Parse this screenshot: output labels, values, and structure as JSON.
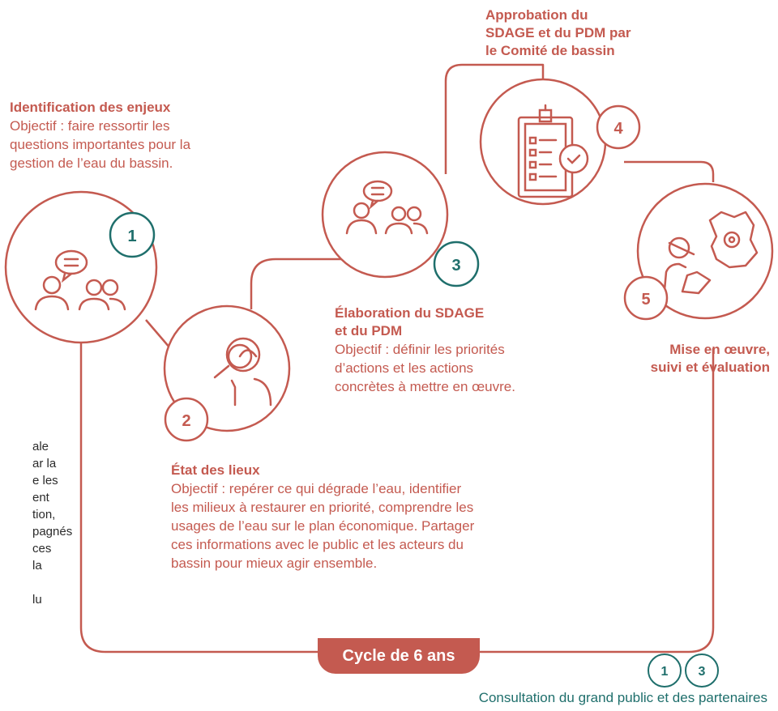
{
  "colors": {
    "red": "#c45a50",
    "teal": "#1f6f6c",
    "text": "#2b2b2b"
  },
  "steps": [
    {
      "number": "1",
      "title": "Identification des enjeux",
      "body_lines": [
        "Objectif : faire ressortir les",
        "questions importantes pour la",
        "gestion de l’eau du bassin."
      ],
      "icon": "people-discussion-icon"
    },
    {
      "number": "2",
      "title": "État des lieux",
      "body_lines": [
        "Objectif : repérer ce qui dégrade l’eau, identifier",
        "les milieux à restaurer en priorité, comprendre les",
        "usages de l’eau sur le plan économique. Partager",
        "ces informations avec le public et les acteurs du",
        "bassin pour mieux agir ensemble."
      ],
      "icon": "magnifier-person-icon"
    },
    {
      "number": "3",
      "title_lines": [
        "Élaboration du SDAGE",
        "et du PDM"
      ],
      "body_lines": [
        "Objectif : définir les priorités",
        "d’actions et les actions",
        "concrètes à mettre en œuvre."
      ],
      "icon": "people-discussion-icon"
    },
    {
      "number": "4",
      "title_lines": [
        "Approbation du",
        "SDAGE et du PDM par",
        "le Comité de bassin"
      ],
      "icon": "checklist-clipboard-icon"
    },
    {
      "number": "5",
      "title_lines": [
        "Mise en œuvre,",
        "suivi et évaluation"
      ],
      "icon": "person-map-gear-icon"
    }
  ],
  "side_text_lines": [
    "ale",
    "ar la",
    "e les",
    "ent",
    "tion,",
    "pagnés",
    "ces",
    "la",
    "",
    "lu"
  ],
  "cycle_label": "Cycle de 6 ans",
  "consultation": {
    "badges": [
      "1",
      "3"
    ],
    "label": "Consultation du grand public et des partenaires"
  }
}
